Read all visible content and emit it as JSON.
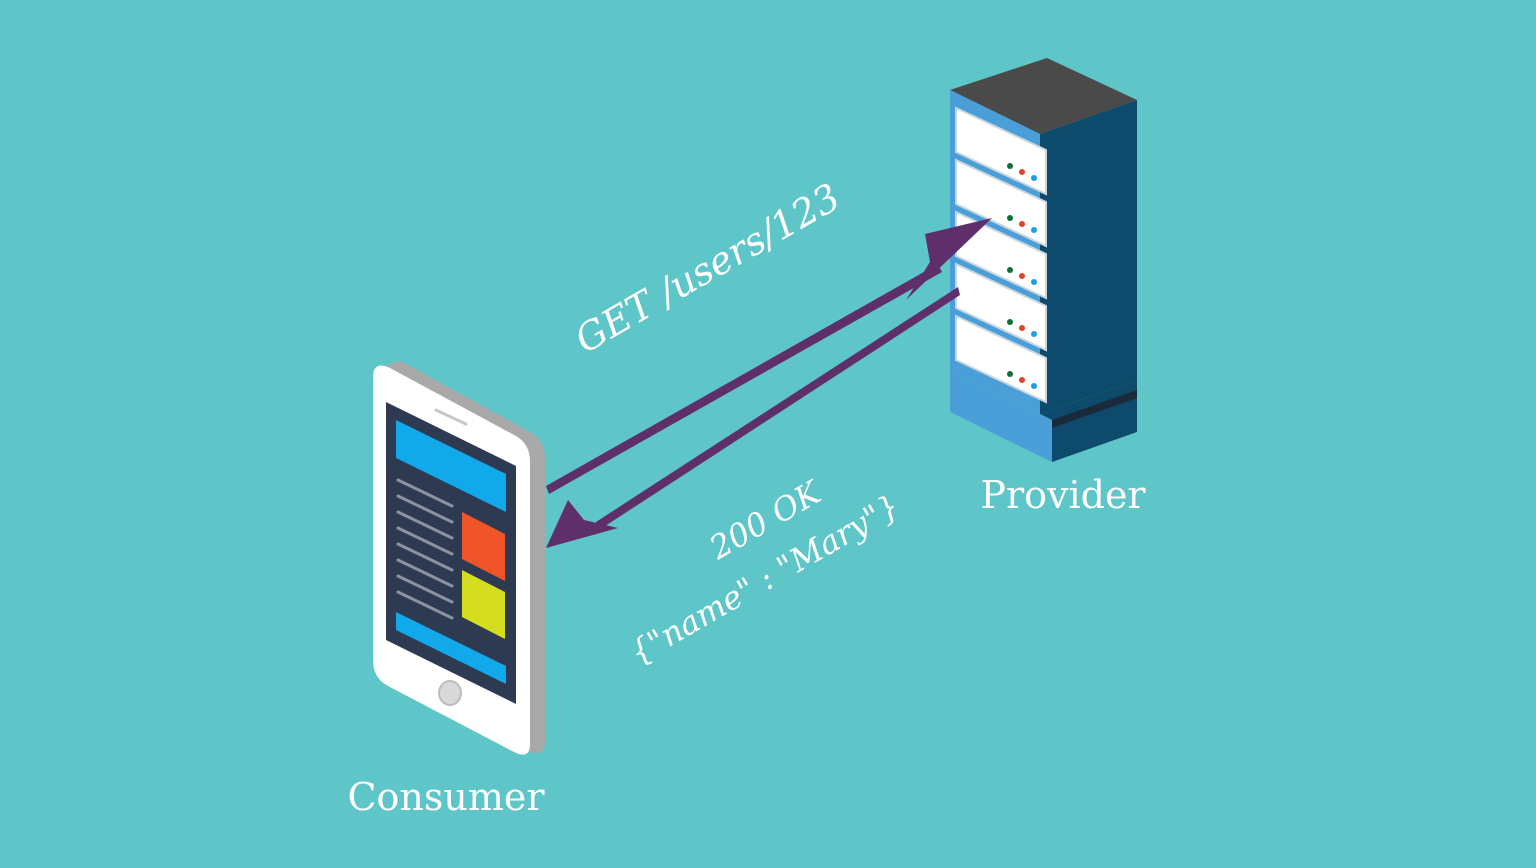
{
  "colors": {
    "background": "#5ec5c9",
    "arrow": "#5e2f6b",
    "label_text": "#ffffff",
    "server_top": "#4a4a4a",
    "server_front": "#4a9fd8",
    "server_side": "#0d4a6b",
    "phone_screen": "#2d3a52",
    "tile_blue": "#12a9ea",
    "tile_orange": "#f0552a",
    "tile_yellow": "#d6dc1e"
  },
  "diagram": {
    "consumer": {
      "label": "Consumer",
      "icon": "smartphone-icon"
    },
    "provider": {
      "label": "Provider",
      "icon": "server-rack-icon"
    },
    "request": {
      "label": "GET /users/123"
    },
    "response": {
      "status": "200 OK",
      "body": "{\"name\" : \"Mary\"}"
    }
  }
}
